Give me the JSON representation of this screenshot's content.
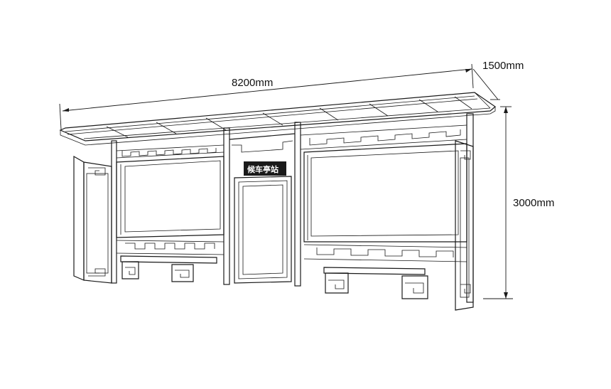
{
  "dimensions": {
    "length": "8200mm",
    "depth": "1500mm",
    "height": "3000mm"
  },
  "sign_text": "候车亭站"
}
